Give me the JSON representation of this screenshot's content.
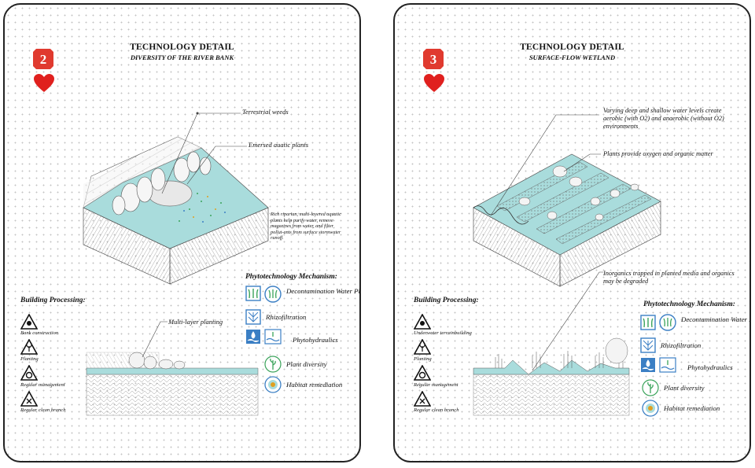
{
  "left": {
    "number": "2",
    "title": "TECHNOLOGY DETAIL",
    "subtitle": "DIVERSITY OF THE RIVER BANK",
    "callouts": {
      "terrestrial": "Terrestrial weeds",
      "emersed": "Emersed auatic plants",
      "multilayer": "Multi-layer planting"
    },
    "description": "Rich riparian, multi-layered aquatic plants help purify water, remove magazines from water, and filter pollut-ants from surface stormwater runoff.",
    "building_processing": {
      "heading": "Building Processing:",
      "steps": [
        "Bank construction",
        "Planting",
        "Regular management",
        "Regular clean branch"
      ]
    },
    "mechanism": {
      "heading": "Phytotechnology Mechanism:",
      "items": [
        "Decontamination Water Plants",
        "Rhizofiltration",
        "Phytohydraulics",
        "Plant diversity",
        "Habitat remediation"
      ]
    }
  },
  "right": {
    "number": "3",
    "title": "TECHNOLOGY DETAIL",
    "subtitle": "SURFACE-FLOW WETLAND",
    "callouts": {
      "levels": "Varying deep and shallow water levels create aerobic (with O2) and anaerobic (without O2) environments",
      "oxygen": "Plants provide oxygen and organic matter",
      "inorganics": "Inorganics trapped in planted media and organics may be degraded"
    },
    "building_processing": {
      "heading": "Building Processing:",
      "steps": [
        "Underwater terrainbuilding",
        "Planting",
        "Regular management",
        "Regular clean branch"
      ]
    },
    "mechanism": {
      "heading": "Phytotechnology Mechanism:",
      "items": [
        "Decontamination Water Plants",
        "Rhizofiltration",
        "Phytohydraulics",
        "Plant diversity",
        "Habitat remediation"
      ]
    }
  },
  "colors": {
    "water": "#a9dcdc",
    "badge": "#e03a2f",
    "heart": "#e0201e",
    "icon_blue": "#3b7fc4",
    "icon_green": "#3aa35a"
  },
  "icons": [
    "warning-triangle-icon",
    "heart-icon",
    "plant-icon",
    "water-drop-icon",
    "roots-icon",
    "sun-icon"
  ]
}
